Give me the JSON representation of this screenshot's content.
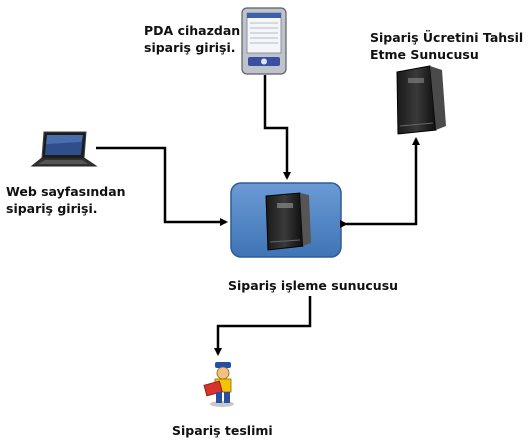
{
  "nodes": {
    "pda": {
      "line1": "PDA cihazdan",
      "line2": "sipariş girişi."
    },
    "web": {
      "line1": "Web sayfasından",
      "line2": "sipariş girişi."
    },
    "payment": {
      "line1": "Sipariş Ücretini Tahsil",
      "line2": "Etme Sunucusu"
    },
    "processing": {
      "label": "Sipariş işleme sunucusu"
    },
    "delivery": {
      "label": "Sipariş teslimi"
    }
  },
  "icons": {
    "pda": "pda-device-icon",
    "laptop": "laptop-icon",
    "payment_server": "server-tower-icon",
    "processing_server": "server-tower-icon",
    "delivery": "delivery-courier-icon"
  },
  "colors": {
    "processing_box_fill": "#4f86c6",
    "processing_box_stroke": "#2e5c93",
    "arrow": "#000000"
  }
}
